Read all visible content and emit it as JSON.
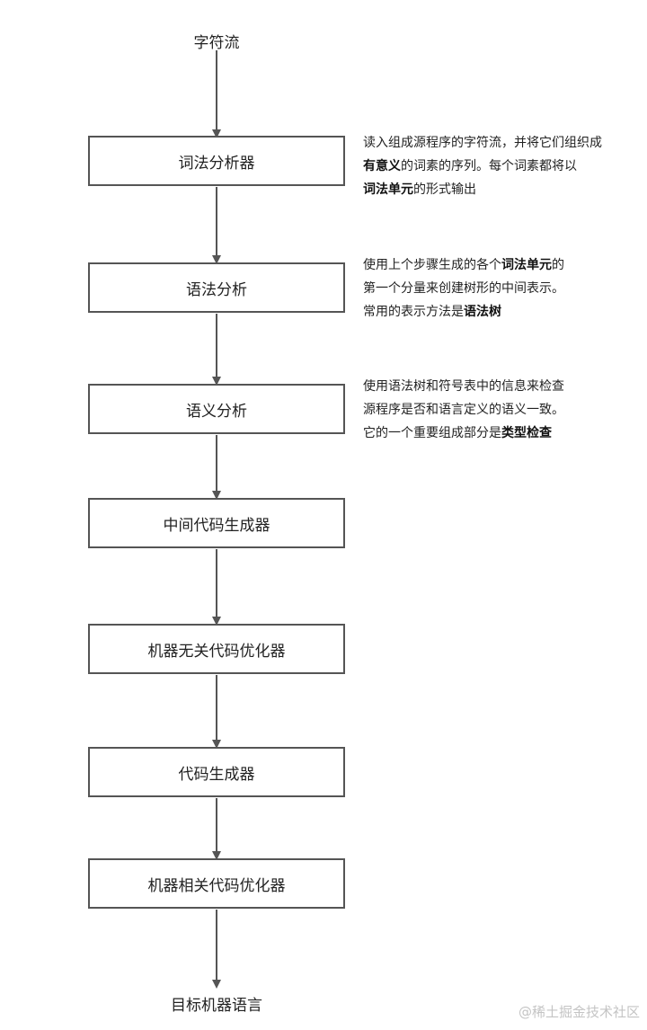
{
  "diagram": {
    "input_label": "字符流",
    "output_label": "目标机器语言",
    "stages": [
      {
        "label": "词法分析器"
      },
      {
        "label": "语法分析"
      },
      {
        "label": "语义分析"
      },
      {
        "label": "中间代码生成器"
      },
      {
        "label": "机器无关代码优化器"
      },
      {
        "label": "代码生成器"
      },
      {
        "label": "机器相关代码优化器"
      }
    ],
    "arrow_color": "#555555",
    "box_border_color": "#555555"
  },
  "notes": {
    "lexer": {
      "l1": "读入组成源程序的字符流，并将它们组织成",
      "l2_bold": "有意义",
      "l2_rest": "的词素的序列。每个词素都将以",
      "l3_bold": "词法单元",
      "l3_rest": "的形式输出"
    },
    "parser": {
      "l1_pre": "使用上个步骤生成的各个",
      "l1_bold": "词法单元",
      "l1_post": "的",
      "l2": "第一个分量来创建树形的中间表示。",
      "l3_pre": "常用的表示方法是",
      "l3_bold": "语法树"
    },
    "semantic": {
      "l1": "使用语法树和符号表中的信息来检查",
      "l2": "源程序是否和语言定义的语义一致。",
      "l3_pre": "它的一个重要组成部分是",
      "l3_bold": "类型检查"
    }
  },
  "watermark": "@稀土掘金技术社区"
}
